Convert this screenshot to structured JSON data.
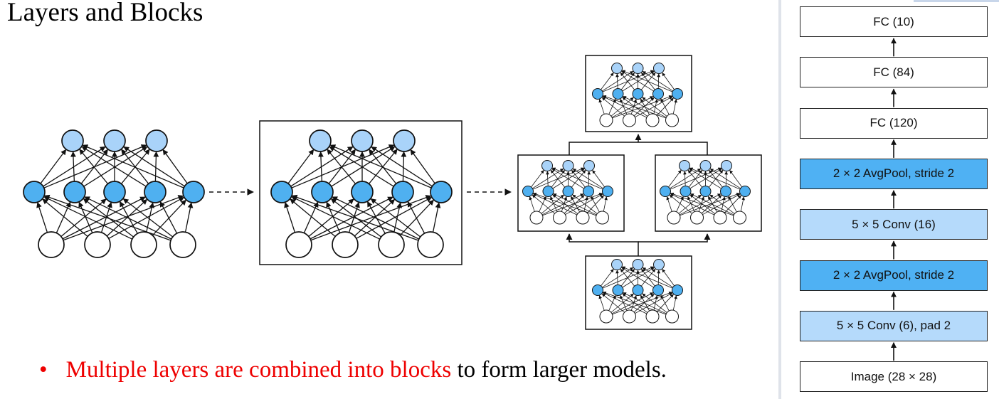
{
  "slide": {
    "title": "Layers and Blocks",
    "bullet": {
      "marker": "•",
      "highlight": "Multiple layers are combined into blocks",
      "rest": " to form larger models."
    }
  },
  "architecture": {
    "layers": [
      {
        "label": "FC (10)",
        "style": "plain"
      },
      {
        "label": "FC (84)",
        "style": "plain"
      },
      {
        "label": "FC (120)",
        "style": "plain"
      },
      {
        "label": "2 × 2 AvgPool, stride 2",
        "style": "pool"
      },
      {
        "label": "5 × 5 Conv (16)",
        "style": "conv"
      },
      {
        "label": "2 × 2 AvgPool, stride 2",
        "style": "pool"
      },
      {
        "label": "5 × 5 Conv (6), pad 2",
        "style": "conv"
      },
      {
        "label": "Image (28 × 28)",
        "style": "plain"
      }
    ]
  },
  "colors": {
    "output_node": "#a9d3f9",
    "hidden_node": "#4fb0f0",
    "input_node": "#ffffff",
    "pool_fill": "#4fb1f3",
    "conv_fill": "#b5dafb",
    "plain_fill": "#ffffff",
    "edge": "#111111"
  }
}
